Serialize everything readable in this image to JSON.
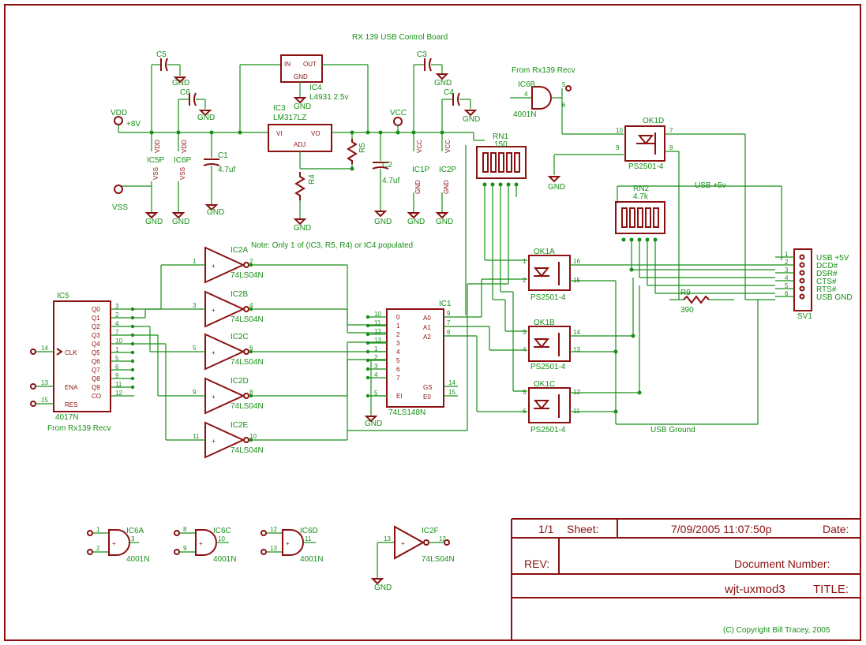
{
  "board_title": "RX 139 USB Control Board",
  "note": "Note: Only 1 of (IC3, R5, R4) or IC4 populated",
  "from_recv_top": "From Rx139 Recv",
  "from_recv_left": "From Rx139 Recv",
  "usb_5v": "USB +5v",
  "usb_ground": "USB Ground",
  "supply": {
    "vdd": "VDD",
    "plus8v": "+8V",
    "vss": "VSS",
    "vcc": "VCC",
    "gnd": "GND"
  },
  "caps": {
    "c1": "C1",
    "c1_val": "4.7uf",
    "c2": "C2",
    "c2_val": "4.7uf",
    "c3": "C3",
    "c4": "C4",
    "c5": "C5",
    "c6": "C6"
  },
  "regulators": {
    "ic4": "IC4",
    "ic4_part": "L4931 2.5v",
    "ic4_in": "IN",
    "ic4_out": "OUT",
    "ic4_gnd": "GND",
    "ic3": "IC3",
    "ic3_part": "LM317LZ",
    "ic3_vi": "VI",
    "ic3_vo": "VO",
    "ic3_adj": "ADJ",
    "r4": "R4",
    "r5": "R5"
  },
  "power_pins": {
    "ic5p": "IC5P",
    "ic6p": "IC6P",
    "ic1p": "IC1P",
    "ic2p": "IC2P",
    "vdd": "VDD",
    "vss": "VSS",
    "vcc": "VCC",
    "gnd": "GND"
  },
  "ic5": {
    "name": "IC5",
    "part": "4017N",
    "clk": "CLK",
    "ena": "ENA",
    "res": "RES",
    "outputs": [
      "Q0",
      "Q1",
      "Q2",
      "Q3",
      "Q4",
      "Q5",
      "Q6",
      "Q7",
      "Q8",
      "Q9",
      "CO"
    ],
    "out_pins": [
      "3",
      "2",
      "4",
      "7",
      "10",
      "1",
      "5",
      "6",
      "9",
      "11",
      "12"
    ],
    "clk_pin": "14",
    "ena_pin": "13",
    "res_pin": "15"
  },
  "inverters": [
    {
      "name": "IC2A",
      "part": "74LS04N",
      "in_pin": "1",
      "out_pin": "2"
    },
    {
      "name": "IC2B",
      "part": "74LS04N",
      "in_pin": "3",
      "out_pin": "4"
    },
    {
      "name": "IC2C",
      "part": "74LS04N",
      "in_pin": "5",
      "out_pin": "6"
    },
    {
      "name": "IC2D",
      "part": "74LS04N",
      "in_pin": "9",
      "out_pin": "8"
    },
    {
      "name": "IC2E",
      "part": "74LS04N",
      "in_pin": "11",
      "out_pin": "10"
    }
  ],
  "ic1": {
    "name": "IC1",
    "part": "74LS148N",
    "inputs": [
      "0",
      "1",
      "2",
      "3",
      "4",
      "5",
      "6",
      "7",
      "EI"
    ],
    "in_pins": [
      "10",
      "11",
      "12",
      "13",
      "1",
      "2",
      "3",
      "4",
      "5"
    ],
    "a0": "A0",
    "a1": "A1",
    "a2": "A2",
    "gs": "GS",
    "eo": "E0",
    "a_pins": [
      "9",
      "7",
      "6"
    ],
    "gs_pin": "14",
    "eo_pin": "15"
  },
  "ic6b": {
    "name": "IC6B",
    "part": "4001N",
    "pins": [
      "4",
      "5",
      "6"
    ]
  },
  "rn1": {
    "name": "RN1",
    "value": "150"
  },
  "rn2": {
    "name": "RN2",
    "value": "4.7k"
  },
  "opto": [
    {
      "name": "OK1A",
      "part": "PS2501-4",
      "pins": [
        "1",
        "2",
        "16",
        "15"
      ]
    },
    {
      "name": "OK1B",
      "part": "PS2501-4",
      "pins": [
        "3",
        "4",
        "14",
        "13"
      ]
    },
    {
      "name": "OK1C",
      "part": "PS2501-4",
      "pins": [
        "5",
        "6",
        "12",
        "11"
      ]
    },
    {
      "name": "OK1D",
      "part": "PS2501-4",
      "pins": [
        "10",
        "9",
        "7",
        "8"
      ]
    }
  ],
  "r9": {
    "name": "R9",
    "value": "390"
  },
  "sv1": {
    "name": "SV1",
    "labels": [
      "USB +5V",
      "DCD#",
      "DSR#",
      "CTS#",
      "RTS#",
      "USB GND"
    ],
    "pins": [
      "1",
      "2",
      "3",
      "4",
      "5",
      "6"
    ]
  },
  "spare_gates": [
    {
      "name": "IC6A",
      "part": "4001N",
      "pins": [
        "1",
        "2",
        "3"
      ]
    },
    {
      "name": "IC6C",
      "part": "4001N",
      "pins": [
        "8",
        "9",
        "10"
      ]
    },
    {
      "name": "IC6D",
      "part": "4001N",
      "pins": [
        "12",
        "13",
        "11"
      ]
    },
    {
      "name": "IC2F",
      "part": "74LS04N",
      "pins": [
        "13",
        "12"
      ]
    }
  ],
  "title_block": {
    "sheet_value": "1/1",
    "sheet_label": "Sheet:",
    "date_value": "7/09/2005 11:07:50p",
    "date_label": "Date:",
    "rev_label": "REV:",
    "docnum_label": "Document Number:",
    "title_value": "wjt-uxmod3",
    "title_label": "TITLE:",
    "copyright": "(C) Copyright Bill Tracey, 2005"
  }
}
